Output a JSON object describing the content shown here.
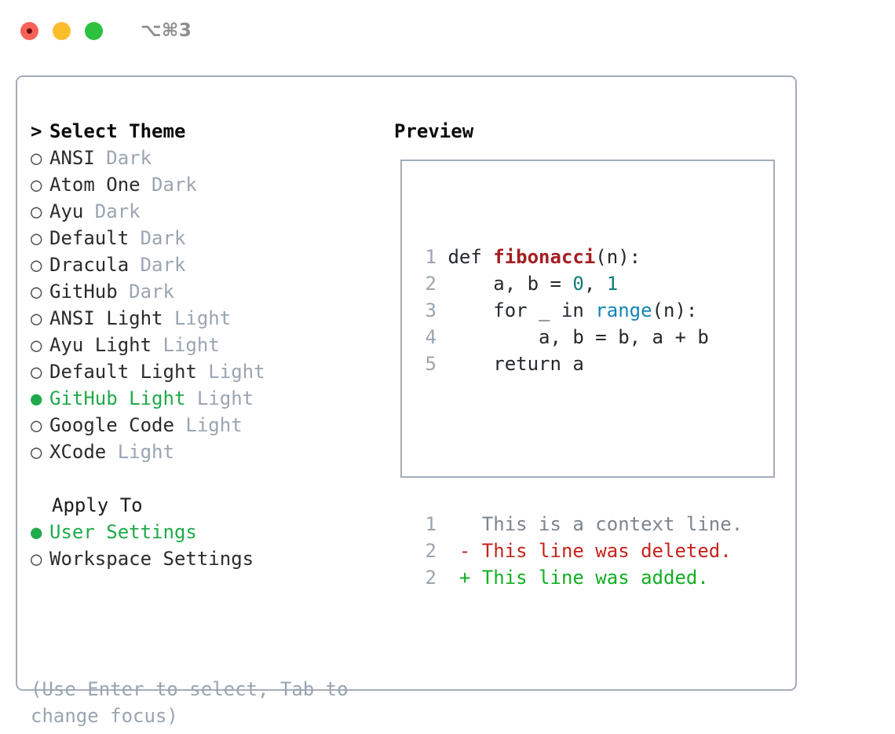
{
  "titlebar": {
    "shortcut": "⌥⌘3",
    "lights": [
      {
        "name": "close",
        "color": "#f96259"
      },
      {
        "name": "minimize",
        "color": "#fcbd2d"
      },
      {
        "name": "zoom",
        "color": "#2ec13e"
      }
    ]
  },
  "theme_list": {
    "header_caret": ">",
    "header": "Select Theme",
    "marker_unselected": "○",
    "marker_selected": "●",
    "items": [
      {
        "label": "ANSI",
        "badge": "Dark",
        "selected": false
      },
      {
        "label": "Atom One",
        "badge": "Dark",
        "selected": false
      },
      {
        "label": "Ayu",
        "badge": "Dark",
        "selected": false
      },
      {
        "label": "Default",
        "badge": "Dark",
        "selected": false
      },
      {
        "label": "Dracula",
        "badge": "Dark",
        "selected": false
      },
      {
        "label": "GitHub",
        "badge": "Dark",
        "selected": false
      },
      {
        "label": "ANSI Light",
        "badge": "Light",
        "selected": false
      },
      {
        "label": "Ayu Light",
        "badge": "Light",
        "selected": false
      },
      {
        "label": "Default Light",
        "badge": "Light",
        "selected": false
      },
      {
        "label": "GitHub Light",
        "badge": "Light",
        "selected": true
      },
      {
        "label": "Google Code",
        "badge": "Light",
        "selected": false
      },
      {
        "label": "XCode",
        "badge": "Light",
        "selected": false
      }
    ]
  },
  "apply_to": {
    "header": "Apply To",
    "items": [
      {
        "label": "User Settings",
        "selected": true
      },
      {
        "label": "Workspace Settings",
        "selected": false
      }
    ]
  },
  "hint": "(Use Enter to select, Tab to change focus)",
  "preview": {
    "title": "Preview",
    "code_lines": [
      {
        "num": "1",
        "spans": [
          {
            "text": "def ",
            "tok": "plain"
          },
          {
            "text": "fibonacci",
            "tok": "fn"
          },
          {
            "text": "(n):",
            "tok": "plain"
          }
        ]
      },
      {
        "num": "2",
        "spans": [
          {
            "text": "    a, b = ",
            "tok": "plain"
          },
          {
            "text": "0",
            "tok": "num"
          },
          {
            "text": ", ",
            "tok": "plain"
          },
          {
            "text": "1",
            "tok": "num"
          }
        ]
      },
      {
        "num": "3",
        "spans": [
          {
            "text": "    for _ in ",
            "tok": "plain"
          },
          {
            "text": "range",
            "tok": "call"
          },
          {
            "text": "(n):",
            "tok": "plain"
          }
        ]
      },
      {
        "num": "4",
        "spans": [
          {
            "text": "        a, b = b, a + b",
            "tok": "plain"
          }
        ]
      },
      {
        "num": "5",
        "spans": [
          {
            "text": "    return a",
            "tok": "plain"
          }
        ]
      }
    ],
    "diff_lines": [
      {
        "num": "1",
        "marker": " ",
        "text": " This is a context line.",
        "kind": "ctx"
      },
      {
        "num": "2",
        "marker": "-",
        "text": " This line was deleted.",
        "kind": "del"
      },
      {
        "num": "2",
        "marker": "+",
        "text": " This line was added.",
        "kind": "add"
      }
    ]
  },
  "colors": {
    "accent_green": "#1faa4b",
    "muted": "#9aa5b1",
    "border": "#a3adba",
    "diff_add": "#11af22",
    "diff_del": "#c4241b",
    "keyword_fn": "#a41e22",
    "number": "#127d78",
    "call": "#1485b5"
  }
}
